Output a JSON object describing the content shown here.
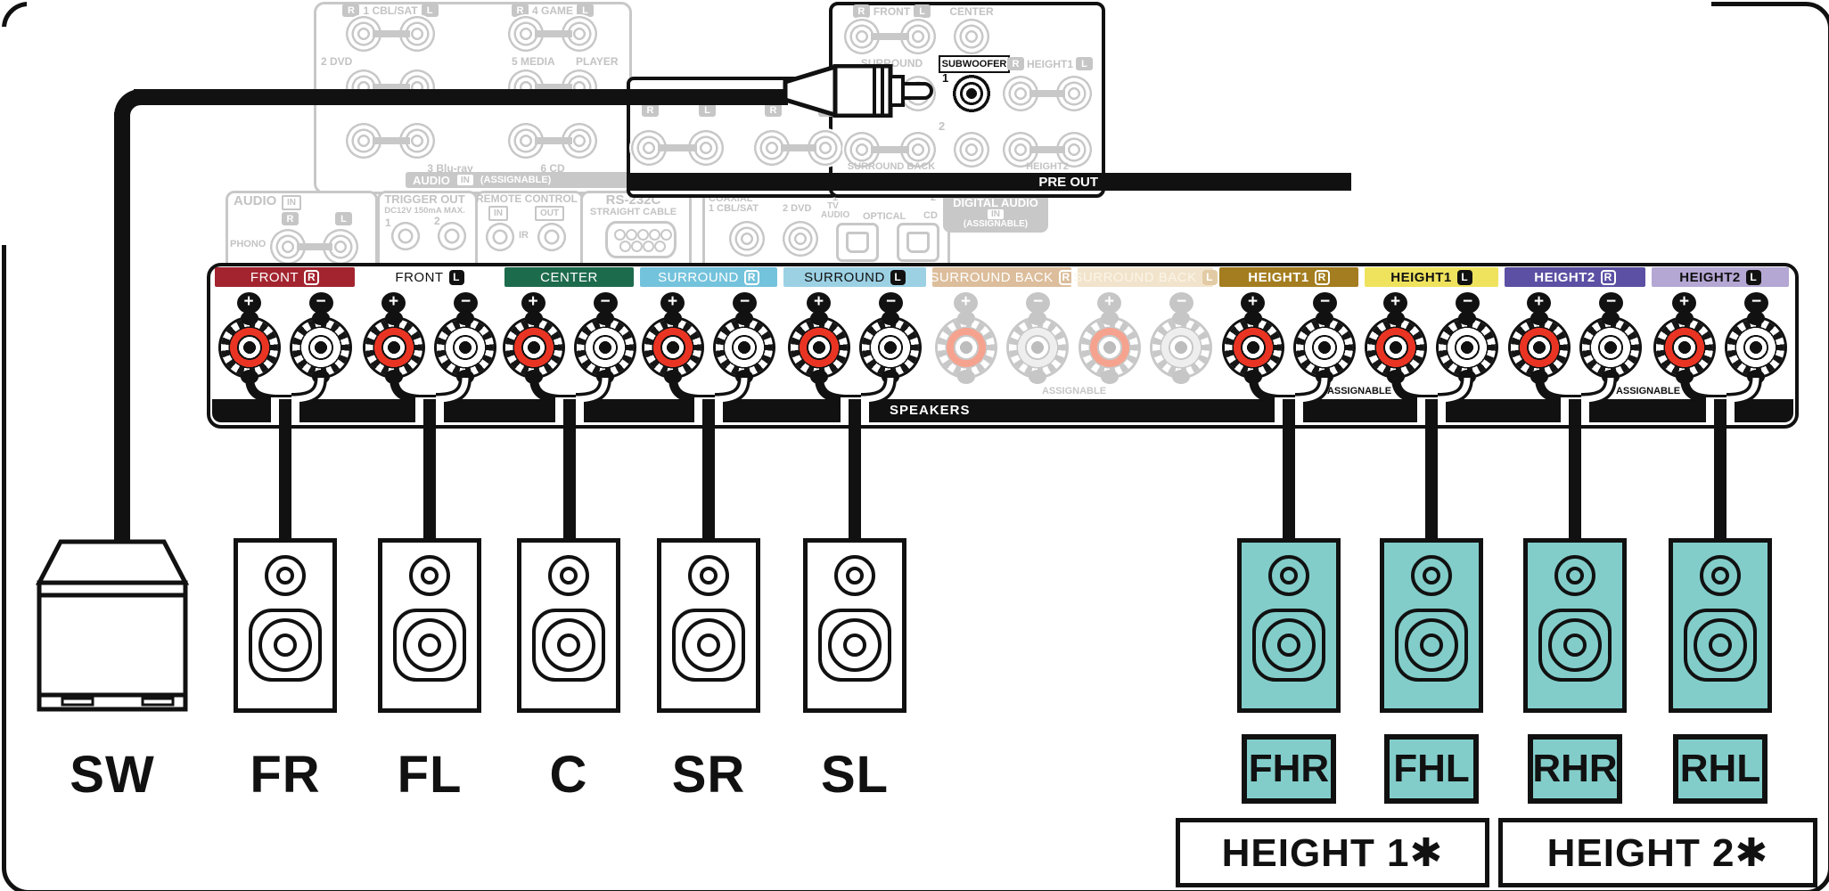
{
  "colors": {
    "front_r": "#a3242f",
    "front_l": "#ffffff",
    "center": "#1d6b4d",
    "surround_r": "#74c3dc",
    "surround_l": "#9cd1e4",
    "surround_back_r": "#dcbe9c",
    "surround_back_l": "#f2e4cc",
    "sb_l_badge": "#e2cba4",
    "height1_r": "#a37d1f",
    "height1_l": "#efe35d",
    "height2_r": "#5b50a3",
    "height2_l": "#b5a7d3",
    "terminal_red": "#ea3423",
    "faded_red": "#f5a38f",
    "faded_gray": "#c8c8c8",
    "speaker_teal": "#82cdca",
    "black": "#111111"
  },
  "icons": {
    "plus": "+",
    "minus": "−"
  },
  "badges": {
    "r": "R",
    "l": "L"
  },
  "pre_out": {
    "bar_label": "PRE OUT",
    "front_label": "FRONT",
    "center_label": "CENTER",
    "surround_label": "SURROUND",
    "subwoofer_label": "SUBWOOFER",
    "jack_1": "1",
    "jack_2": "2",
    "height1_label": "HEIGHT1",
    "surround_back_label": "SURROUND BACK",
    "height2_label": "HEIGHT2",
    "left_jacks": [
      "R",
      "L",
      "R",
      "L"
    ]
  },
  "back_panel": {
    "av_inputs": {
      "row1_left": "1 CBL/SAT",
      "row1_right": "4 GAME",
      "row2_left": "2 DVD",
      "row2_mid": "5 MEDIA",
      "row2_right": "PLAYER",
      "row3_left": "3 Blu-ray",
      "row3_right": "6 CD",
      "bar_title": "AUDIO",
      "bar_in": "IN",
      "bar_assignable": "(ASSIGNABLE)"
    },
    "audio_box": {
      "title": "AUDIO",
      "in": "IN",
      "phono": "PHONO"
    },
    "trigger_box": {
      "title": "TRIGGER OUT",
      "subtitle": "DC12V 150mA MAX.",
      "n1": "1",
      "n2": "2"
    },
    "remote_box": {
      "title": "REMOTE CONTROL",
      "in": "IN",
      "out": "OUT",
      "ir": "IR"
    },
    "rs232_box": {
      "title": "RS-232C",
      "subtitle": "STRAIGHT CABLE"
    },
    "digital_box": {
      "coaxial": "COAXIAL",
      "coax1": "1 CBL/SAT",
      "coax2": "2 DVD",
      "n1": "1",
      "tv": "TV",
      "audio": "AUDIO",
      "optical": "OPTICAL",
      "n2": "2",
      "cd": "CD"
    },
    "digital_audio_tag": {
      "title": "DIGITAL AUDIO",
      "in": "IN",
      "assignable": "(ASSIGNABLE)"
    }
  },
  "terminal_panel": {
    "speakers_bar_label": "SPEAKERS",
    "assignable_1": "ASSIGNABLE",
    "assignable_2": "ASSIGNABLE",
    "assignable_3": "ASSIGNABLE",
    "strips": [
      {
        "name": "FRONT",
        "badge": "R",
        "bg": "#a3242f",
        "fg": "#ffffff"
      },
      {
        "name": "FRONT",
        "badge": "L",
        "bg": "#ffffff",
        "fg": "#111111"
      },
      {
        "name": "CENTER",
        "badge": "",
        "bg": "#1d6b4d",
        "fg": "#ffffff"
      },
      {
        "name": "SURROUND",
        "badge": "R",
        "bg": "#74c3dc",
        "fg": "#ffffff"
      },
      {
        "name": "SURROUND",
        "badge": "L",
        "bg": "#9cd1e4",
        "fg": "#111111"
      },
      {
        "name": "SURROUND BACK",
        "badge": "R",
        "bg": "#dcbe9c",
        "fg": "#ffffff"
      },
      {
        "name": "SURROUND BACK",
        "badge": "L",
        "bg": "#f2e4cc",
        "fg": "#fbf5e8"
      },
      {
        "name": "HEIGHT1",
        "badge": "R",
        "bg": "#a37d1f",
        "fg": "#ffffff"
      },
      {
        "name": "HEIGHT1",
        "badge": "L",
        "bg": "#efe35d",
        "fg": "#111111"
      },
      {
        "name": "HEIGHT2",
        "badge": "R",
        "bg": "#5b50a3",
        "fg": "#ffffff"
      },
      {
        "name": "HEIGHT2",
        "badge": "L",
        "bg": "#b5a7d3",
        "fg": "#111111"
      }
    ]
  },
  "speakers": {
    "subwoofer_label": "SW",
    "front_labels": [
      "FR",
      "FL",
      "C",
      "SR",
      "SL"
    ],
    "height_labels": [
      "FHR",
      "FHL",
      "RHR",
      "RHL"
    ]
  },
  "groups": {
    "height1": "HEIGHT 1✱",
    "height2": "HEIGHT 2✱"
  }
}
